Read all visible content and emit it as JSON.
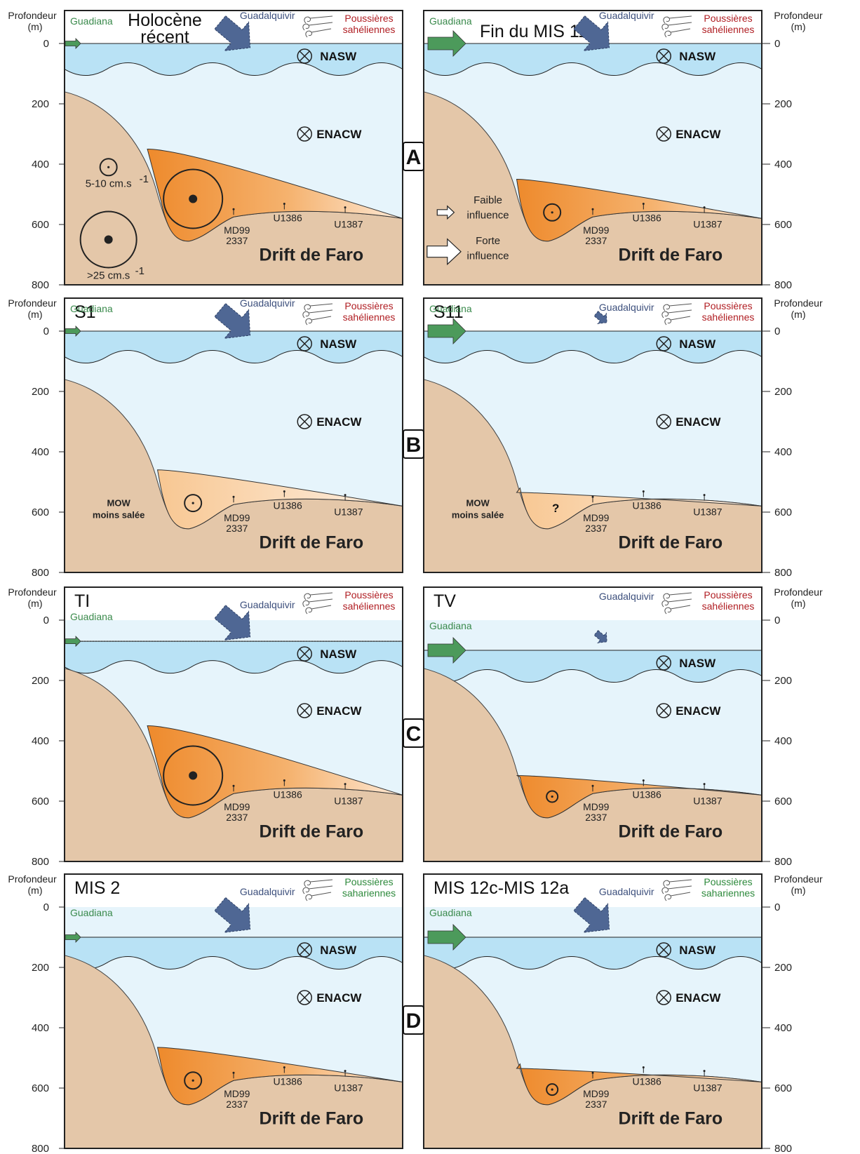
{
  "axis": {
    "label_line1": "Profondeur",
    "label_line2": "(m)",
    "ticks": [
      "0",
      "200",
      "400",
      "600",
      "800"
    ]
  },
  "common": {
    "guadiana": "Guadiana",
    "guadalquivir": "Guadalquivir",
    "nasw": "NASW",
    "enacw": "ENACW",
    "site_md99_line1": "MD99",
    "site_md99_line2": "2337",
    "site_u1386": "U1386",
    "site_u1387": "U1387",
    "drift": "Drift de Faro",
    "mow_line1": "MOW",
    "mow_line2": "moins salée",
    "question_mark": "?"
  },
  "dust": {
    "sahel_line1": "Poussières",
    "sahel_line2": "sahéliennes",
    "sahara_line1": "Poussières",
    "sahara_line2": "sahariennes"
  },
  "colors": {
    "sahel_text": "#b01e23",
    "sahara_text": "#2e8a3c",
    "guadiana_arrow": "#4c9a5b",
    "guadalquivir_arrow": "#4f6794",
    "surface_water": "#b9e2f5",
    "deep_water": "#e6f4fb",
    "seafloor": "#e4c7a9",
    "mow_strong": "#ee8a2c",
    "mow_weak": "#fbd9b3"
  },
  "rows": [
    "A",
    "B",
    "C",
    "D"
  ],
  "legend": {
    "speed_small": "5-10 cm.s",
    "speed_large": ">25 cm.s",
    "speed_exp": "-1",
    "weak_line1": "Faible",
    "weak_line2": "influence",
    "strong_line1": "Forte",
    "strong_line2": "influence"
  },
  "panels": [
    {
      "id": "p1",
      "title_line1": "Holocène",
      "title_line2": "récent",
      "dust": "sahel",
      "guadiana": "small",
      "guadalquivir": "large",
      "sealevel_m": 0,
      "mow": "strong",
      "mow_top_m": 350,
      "speed": "large",
      "show_mow_label": false
    },
    {
      "id": "p2",
      "title_line1": "Fin du MIS 11c",
      "title_line2": "",
      "dust": "sahel",
      "guadiana": "large",
      "guadalquivir": "large",
      "sealevel_m": 0,
      "mow": "strong",
      "mow_top_m": 450,
      "speed": "small",
      "show_mow_label": false
    },
    {
      "id": "p3",
      "title_line1": "S1",
      "title_line2": "",
      "dust": "sahel",
      "guadiana": "small",
      "guadalquivir": "large",
      "sealevel_m": 0,
      "mow": "weak",
      "mow_top_m": 460,
      "speed": "small",
      "show_mow_label": true
    },
    {
      "id": "p4",
      "title_line1": "S11",
      "title_line2": "",
      "dust": "sahel",
      "guadiana": "large",
      "guadalquivir": "small",
      "sealevel_m": 0,
      "mow": "weak",
      "mow_top_m": 535,
      "speed": "question",
      "show_mow_label": true
    },
    {
      "id": "p5",
      "title_line1": "TI",
      "title_line2": "",
      "dust": "sahel",
      "guadiana": "small",
      "guadalquivir": "large",
      "sealevel_m": 70,
      "mow": "strong",
      "mow_top_m": 350,
      "speed": "large",
      "show_mow_label": false
    },
    {
      "id": "p6",
      "title_line1": "TV",
      "title_line2": "",
      "dust": "sahel",
      "guadiana": "large",
      "guadalquivir": "small",
      "sealevel_m": 100,
      "mow": "strong",
      "mow_top_m": 515,
      "speed": "small",
      "show_mow_label": false
    },
    {
      "id": "p7",
      "title_line1": "MIS 2",
      "title_line2": "",
      "dust": "sahara",
      "guadiana": "small",
      "guadalquivir": "large",
      "sealevel_m": 100,
      "mow": "strong",
      "mow_top_m": 465,
      "speed": "small",
      "show_mow_label": false
    },
    {
      "id": "p8",
      "title_line1": "MIS 12c-MIS 12a",
      "title_line2": "",
      "dust": "sahara",
      "guadiana": "large",
      "guadalquivir": "large",
      "sealevel_m": 100,
      "mow": "strong",
      "mow_top_m": 535,
      "speed": "small",
      "show_mow_label": false
    }
  ]
}
